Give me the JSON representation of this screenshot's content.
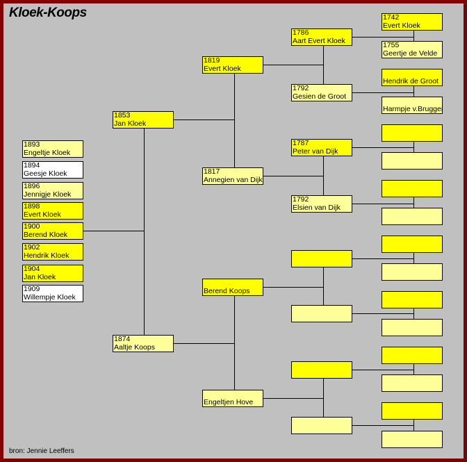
{
  "title": "Kloek-Koops",
  "footer": "bron: Jennie Leeffers",
  "colors": {
    "border": "#800000",
    "background": "#c0c0c0",
    "male": "#ffff00",
    "female": "#ffff99",
    "unknown": "#ffffff"
  },
  "children": [
    {
      "year": "1893",
      "name": "Engeltje Kloek",
      "color": "#ffff99"
    },
    {
      "year": "1894",
      "name": "Geesje Kloek",
      "color": "#ffffff"
    },
    {
      "year": "1896",
      "name": "Jennigje Kloek",
      "color": "#ffff99"
    },
    {
      "year": "1898",
      "name": "Evert Kloek",
      "color": "#ffff00"
    },
    {
      "year": "1900",
      "name": "Berend Kloek",
      "color": "#ffff00"
    },
    {
      "year": "1902",
      "name": "Hendrik Kloek",
      "color": "#ffff00"
    },
    {
      "year": "1904",
      "name": "Jan Kloek",
      "color": "#ffff00"
    },
    {
      "year": "1909",
      "name": "Willempje Kloek",
      "color": "#ffffff"
    }
  ],
  "parents": [
    {
      "year": "1853",
      "name": "Jan Kloek",
      "color": "#ffff00"
    },
    {
      "year": "1874",
      "name": "Aaltje Koops",
      "color": "#ffff99"
    }
  ],
  "grandparents": [
    {
      "year": "1819",
      "name": "Evert Kloek",
      "color": "#ffff00"
    },
    {
      "year": "1817",
      "name": "Annegien van Dijk",
      "color": "#ffff99"
    },
    {
      "year": "",
      "name": "Berend Koops",
      "color": "#ffff00"
    },
    {
      "year": "",
      "name": "Engeltjen Hove",
      "color": "#ffff99"
    }
  ],
  "great_grandparents": [
    {
      "year": "1786",
      "name": "Aart Evert Kloek",
      "color": "#ffff00"
    },
    {
      "year": "1792",
      "name": "Gesien de Groot",
      "color": "#ffff99"
    },
    {
      "year": "1787",
      "name": "Peter van Dijk",
      "color": "#ffff00"
    },
    {
      "year": "1792",
      "name": "Elsien van Dijk",
      "color": "#ffff99"
    },
    {
      "year": "",
      "name": "",
      "color": "#ffff00"
    },
    {
      "year": "",
      "name": "",
      "color": "#ffff99"
    },
    {
      "year": "",
      "name": "",
      "color": "#ffff00"
    },
    {
      "year": "",
      "name": "",
      "color": "#ffff99"
    }
  ],
  "great_great_grandparents": [
    {
      "year": "1742",
      "name": "Evert Kloek",
      "color": "#ffff00"
    },
    {
      "year": "1755",
      "name": "Geertje de Velde",
      "color": "#ffff99"
    },
    {
      "year": "",
      "name": "Hendrik de Groot",
      "color": "#ffff00"
    },
    {
      "year": "",
      "name": "Harmpje v.Bruggen",
      "color": "#ffff99"
    },
    {
      "year": "",
      "name": "",
      "color": "#ffff00"
    },
    {
      "year": "",
      "name": "",
      "color": "#ffff99"
    },
    {
      "year": "",
      "name": "",
      "color": "#ffff00"
    },
    {
      "year": "",
      "name": "",
      "color": "#ffff99"
    },
    {
      "year": "",
      "name": "",
      "color": "#ffff00"
    },
    {
      "year": "",
      "name": "",
      "color": "#ffff99"
    },
    {
      "year": "",
      "name": "",
      "color": "#ffff00"
    },
    {
      "year": "",
      "name": "",
      "color": "#ffff99"
    },
    {
      "year": "",
      "name": "",
      "color": "#ffff00"
    },
    {
      "year": "",
      "name": "",
      "color": "#ffff99"
    },
    {
      "year": "",
      "name": "",
      "color": "#ffff00"
    },
    {
      "year": "",
      "name": "",
      "color": "#ffff99"
    }
  ]
}
